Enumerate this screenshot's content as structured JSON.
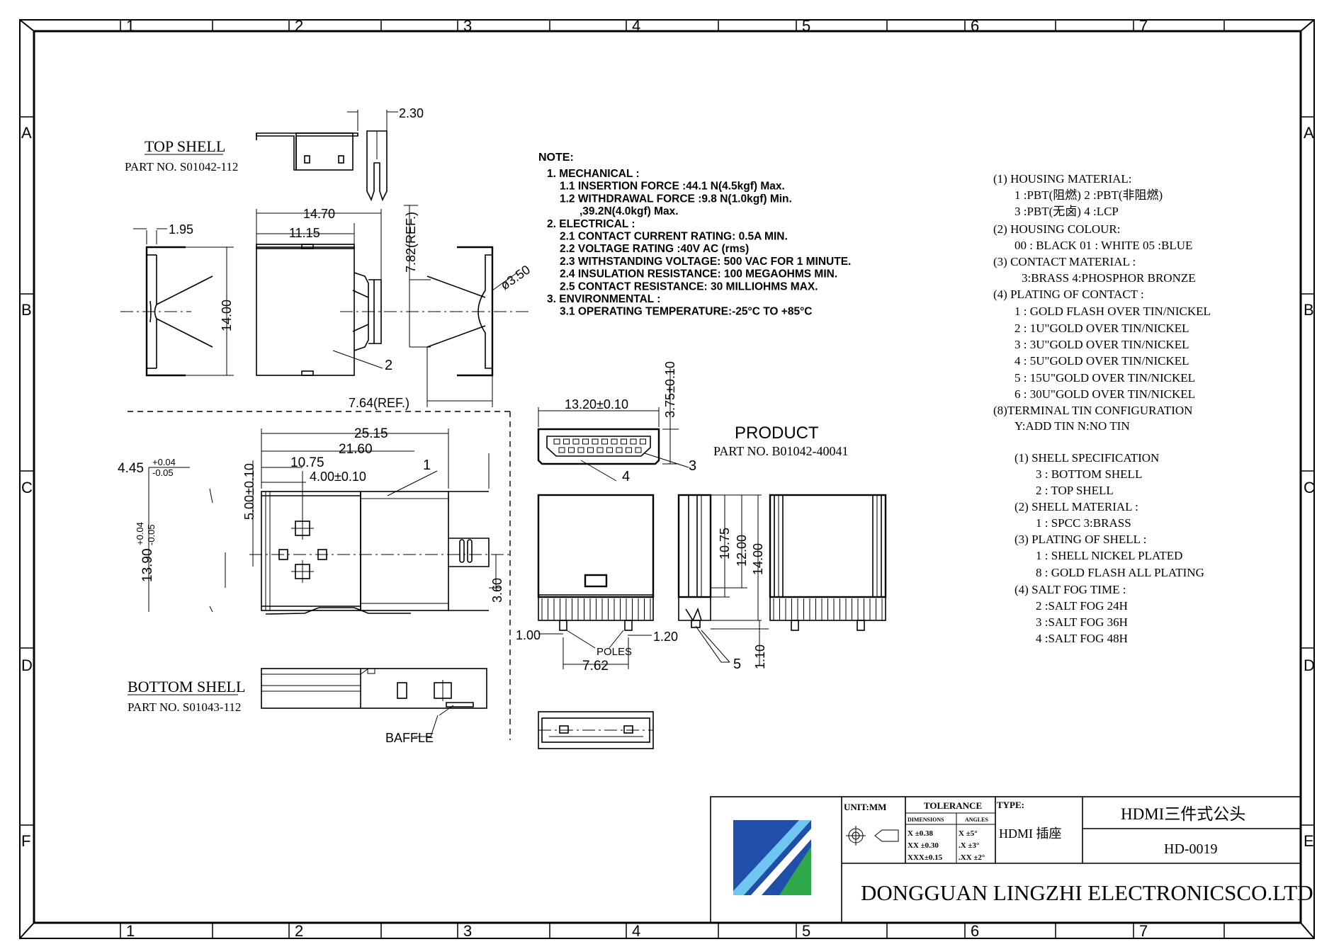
{
  "border": {
    "columns": [
      "1",
      "2",
      "3",
      "4",
      "5",
      "6",
      "7"
    ],
    "rows": [
      "A",
      "B",
      "C",
      "D",
      "E",
      "F"
    ]
  },
  "views": {
    "top_shell": {
      "title": "TOP SHELL",
      "part": "PART NO. S01042-112"
    },
    "bottom_shell": {
      "title": "BOTTOM SHELL",
      "part": "PART NO. S01043-112"
    },
    "product": {
      "title": "PRODUCT",
      "part": "PART NO. B01042-40041"
    }
  },
  "dimensions": {
    "d230": "2.30",
    "d1470": "14.70",
    "d1115": "11.15",
    "d195": "1.95",
    "d1400a": "14.00",
    "d782": "7.82(REF.)",
    "d350": "ø3.50",
    "d764": "7.64(REF.)",
    "d2515": "25.15",
    "d2160": "21.60",
    "d1075a": "10.75",
    "d400": "4.00±0.10",
    "d500": "5.00±0.10",
    "d445": "4.45",
    "d445_up": "+0.04",
    "d445_dn": "-0.05",
    "d1390": "13.90",
    "d1390_up": "+0.04",
    "d1390_dn": "-0.05",
    "d360": "3.60",
    "d1320": "13.20±0.10",
    "d375": "3.75±0.10",
    "d100": "1.00",
    "d120": "1.20",
    "poles": "POLES",
    "d762": "7.62",
    "d1075b": "10.75",
    "d1200": "12.00",
    "d1400b": "14.00",
    "d110": "1.10",
    "baffle": "BAFFLE",
    "c1": "1",
    "c2": "2",
    "c3": "3",
    "c4": "4",
    "c5": "5"
  },
  "notes": {
    "heading": "NOTE:",
    "lines": [
      "1. MECHANICAL :",
      "1.1  INSERTION  FORCE :44.1  N(4.5kgf)  Max.",
      "1.2  WITHDRAWAL  FORCE :9.8  N(1.0kgf)  Min.",
      ",39.2N(4.0kgf)  Max.",
      "2. ELECTRICAL :",
      "2.1  CONTACT  CURRENT  RATING: 0.5A  MIN.",
      "2.2  VOLTAGE  RATING :40V  AC  (rms)",
      "2.3  WITHSTANDING  VOLTAGE: 500  VAC  FOR  1  MINUTE.",
      "2.4  INSULATION  RESISTANCE: 100  MEGAOHMS  MIN.",
      "2.5  CONTACT  RESISTANCE: 30  MILLIOHMS  MAX.",
      "3. ENVIRONMENTAL :",
      "3.1  OPERATING  TEMPERATURE:-25°C  TO  +85°C"
    ]
  },
  "spec": {
    "lines": [
      "(1) HOUSING MATERIAL:",
      "1 :PBT(阻燃)  2 :PBT(非阻燃)",
      "3 :PBT(无卤)  4 :LCP",
      "(2) HOUSING COLOUR:",
      "00 : BLACK  01 : WHITE  05 :BLUE",
      "(3) CONTACT MATERIAL :",
      "3:BRASS     4:PHOSPHOR BRONZE",
      "(4) PLATING OF CONTACT :",
      "1 : GOLD FLASH OVER TIN/NICKEL",
      "2 : 1U\"GOLD OVER TIN/NICKEL",
      "3 : 3U\"GOLD OVER TIN/NICKEL",
      "4 : 5U\"GOLD OVER TIN/NICKEL",
      "5 : 15U\"GOLD OVER TIN/NICKEL",
      "6 : 30U\"GOLD OVER TIN/NICKEL",
      "(8)TERMINAL TIN CONFIGURATION",
      "Y:ADD TIN    N:NO TIN",
      "(1) SHELL SPECIFICATION",
      "3 : BOTTOM SHELL",
      "2 : TOP SHELL",
      "(2) SHELL MATERIAL :",
      "1 : SPCC     3:BRASS",
      "(3) PLATING OF SHELL :",
      "1 : SHELL NICKEL PLATED",
      "8 : GOLD FLASH ALL PLATING",
      "(4) SALT FOG TIME :",
      "2 :SALT FOG 24H",
      "3 :SALT FOG 36H",
      "4 :SALT FOG 48H"
    ]
  },
  "title_block": {
    "unit": "UNIT:MM",
    "tolerance": "TOLERANCE",
    "dimensions_head": "DIMENSIONS",
    "angles_head": "ANGLES",
    "tol_rows": [
      {
        "dim": "X  ±0.38",
        "ang": "X   ±5°"
      },
      {
        "dim": "XX  ±0.30",
        "ang": ".X   ±3°"
      },
      {
        "dim": "XXX±0.15",
        "ang": ".XX  ±2°"
      }
    ],
    "type_label": "TYPE:",
    "type_value": "HDMI 插座",
    "name": "HDMI三件式公头",
    "number": "HD-0019",
    "company": "DONGGUAN LINGZHI ELECTRONICSCO.LTD"
  },
  "colors": {
    "logo_blue": "#1f4fa8",
    "logo_green": "#2fa84a",
    "logo_light": "#6fc6f0"
  }
}
